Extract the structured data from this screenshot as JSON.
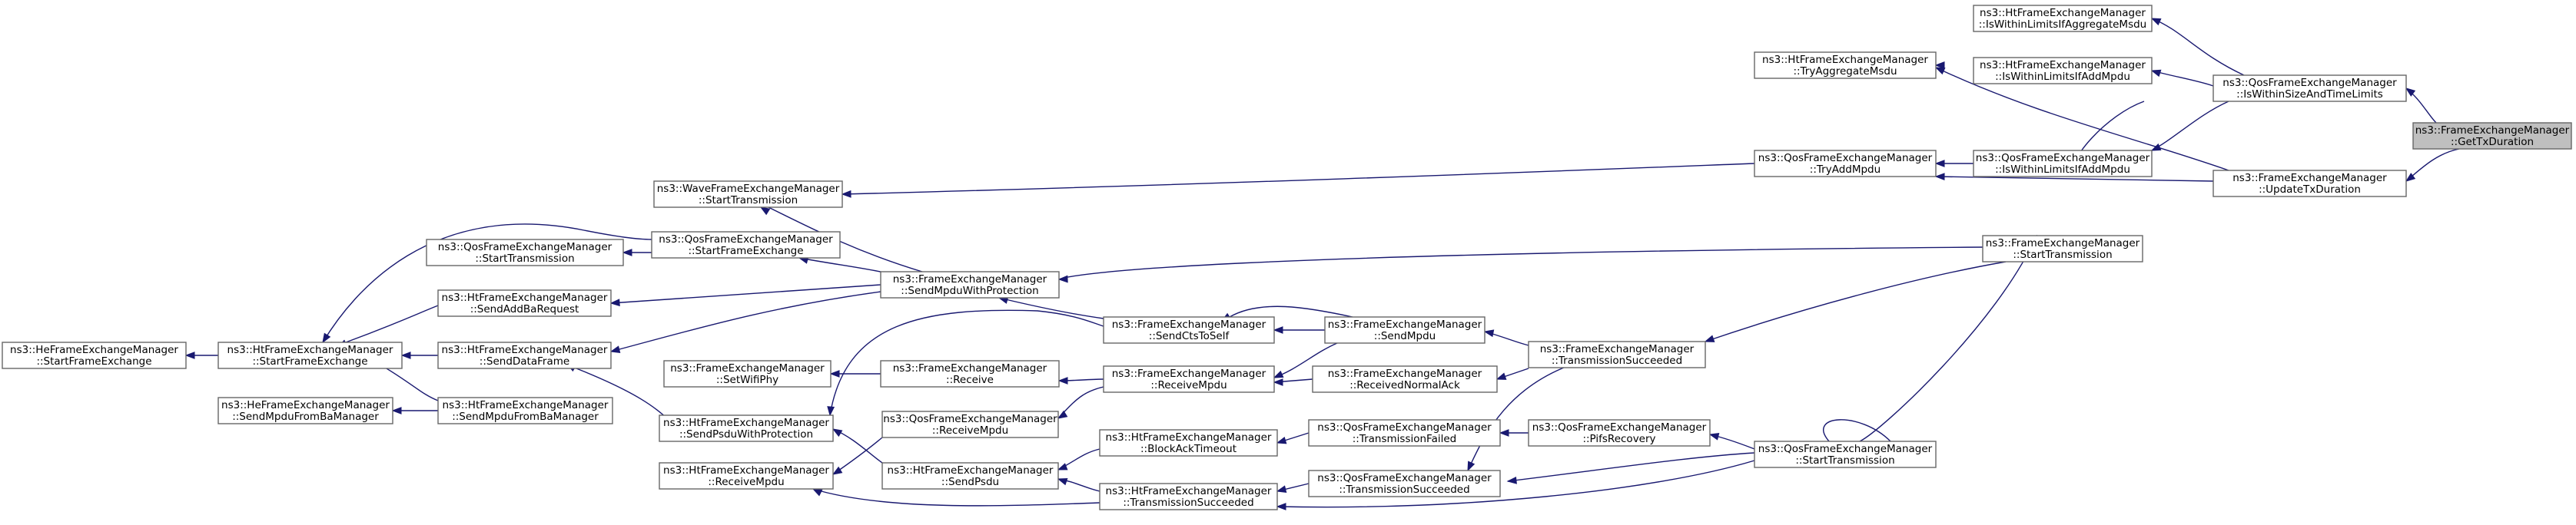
{
  "nodes": [
    {
      "id": "n1",
      "line1": "ns3::HeFrameExchangeManager",
      "line2": "::StartFrameExchange"
    },
    {
      "id": "n2",
      "line1": "ns3::HtFrameExchangeManager",
      "line2": "::StartFrameExchange"
    },
    {
      "id": "n3",
      "line1": "ns3::HeFrameExchangeManager",
      "line2": "::SendMpduFromBaManager"
    },
    {
      "id": "n4",
      "line1": "ns3::QosFrameExchangeManager",
      "line2": "::StartTransmission"
    },
    {
      "id": "n5",
      "line1": "ns3::HtFrameExchangeManager",
      "line2": "::SendAddBaRequest"
    },
    {
      "id": "n6",
      "line1": "ns3::HtFrameExchangeManager",
      "line2": "::SendDataFrame"
    },
    {
      "id": "n7",
      "line1": "ns3::HtFrameExchangeManager",
      "line2": "::SendMpduFromBaManager"
    },
    {
      "id": "n8",
      "line1": "ns3::WaveFrameExchangeManager",
      "line2": "::StartTransmission"
    },
    {
      "id": "n9",
      "line1": "ns3::QosFrameExchangeManager",
      "line2": "::StartFrameExchange"
    },
    {
      "id": "n10",
      "line1": "ns3::FrameExchangeManager",
      "line2": "::SetWifiPhy"
    },
    {
      "id": "n11",
      "line1": "ns3::HtFrameExchangeManager",
      "line2": "::SendPsduWithProtection"
    },
    {
      "id": "n12",
      "line1": "ns3::HtFrameExchangeManager",
      "line2": "::ReceiveMpdu"
    },
    {
      "id": "n13",
      "line1": "ns3::FrameExchangeManager",
      "line2": "::SendMpduWithProtection"
    },
    {
      "id": "n14",
      "line1": "ns3::FrameExchangeManager",
      "line2": "::Receive"
    },
    {
      "id": "n15",
      "line1": "ns3::QosFrameExchangeManager",
      "line2": "::ReceiveMpdu"
    },
    {
      "id": "n16",
      "line1": "ns3::HtFrameExchangeManager",
      "line2": "::SendPsdu"
    },
    {
      "id": "n17",
      "line1": "ns3::FrameExchangeManager",
      "line2": "::SendCtsToSelf"
    },
    {
      "id": "n18",
      "line1": "ns3::FrameExchangeManager",
      "line2": "::ReceiveMpdu"
    },
    {
      "id": "n19",
      "line1": "ns3::HtFrameExchangeManager",
      "line2": "::BlockAckTimeout"
    },
    {
      "id": "n20",
      "line1": "ns3::HtFrameExchangeManager",
      "line2": "::TransmissionSucceeded"
    },
    {
      "id": "n21",
      "line1": "ns3::FrameExchangeManager",
      "line2": "::SendMpdu"
    },
    {
      "id": "n22",
      "line1": "ns3::FrameExchangeManager",
      "line2": "::ReceivedNormalAck"
    },
    {
      "id": "n23",
      "line1": "ns3::QosFrameExchangeManager",
      "line2": "::TransmissionFailed"
    },
    {
      "id": "n24",
      "line1": "ns3::QosFrameExchangeManager",
      "line2": "::TransmissionSucceeded"
    },
    {
      "id": "n25",
      "line1": "ns3::FrameExchangeManager",
      "line2": "::TransmissionSucceeded"
    },
    {
      "id": "n26",
      "line1": "ns3::QosFrameExchangeManager",
      "line2": "::PifsRecovery"
    },
    {
      "id": "n27",
      "line1": "ns3::HtFrameExchangeManager",
      "line2": "::TryAggregateMsdu"
    },
    {
      "id": "n28",
      "line1": "ns3::QosFrameExchangeManager",
      "line2": "::TryAddMpdu"
    },
    {
      "id": "n29",
      "line1": "ns3::QosFrameExchangeManager",
      "line2": "::StartTransmission"
    },
    {
      "id": "n30",
      "line1": "ns3::HtFrameExchangeManager",
      "line2": "::IsWithinLimitsIfAggregateMsdu"
    },
    {
      "id": "n31",
      "line1": "ns3::HtFrameExchangeManager",
      "line2": "::IsWithinLimitsIfAddMpdu"
    },
    {
      "id": "n32",
      "line1": "ns3::QosFrameExchangeManager",
      "line2": "::IsWithinLimitsIfAddMpdu"
    },
    {
      "id": "n33",
      "line1": "ns3::FrameExchangeManager",
      "line2": "::StartTransmission"
    },
    {
      "id": "n34",
      "line1": "ns3::QosFrameExchangeManager",
      "line2": "::IsWithinSizeAndTimeLimits"
    },
    {
      "id": "n35",
      "line1": "ns3::FrameExchangeManager",
      "line2": "::UpdateTxDuration"
    },
    {
      "id": "n36",
      "line1": "ns3::FrameExchangeManager",
      "line2": "::GetTxDuration"
    }
  ],
  "focus_node": "n36",
  "colors": {
    "edge": "#191970",
    "node_border": "#666666",
    "focus_fill": "#bfbfbf",
    "node_fill": "#ffffff"
  }
}
